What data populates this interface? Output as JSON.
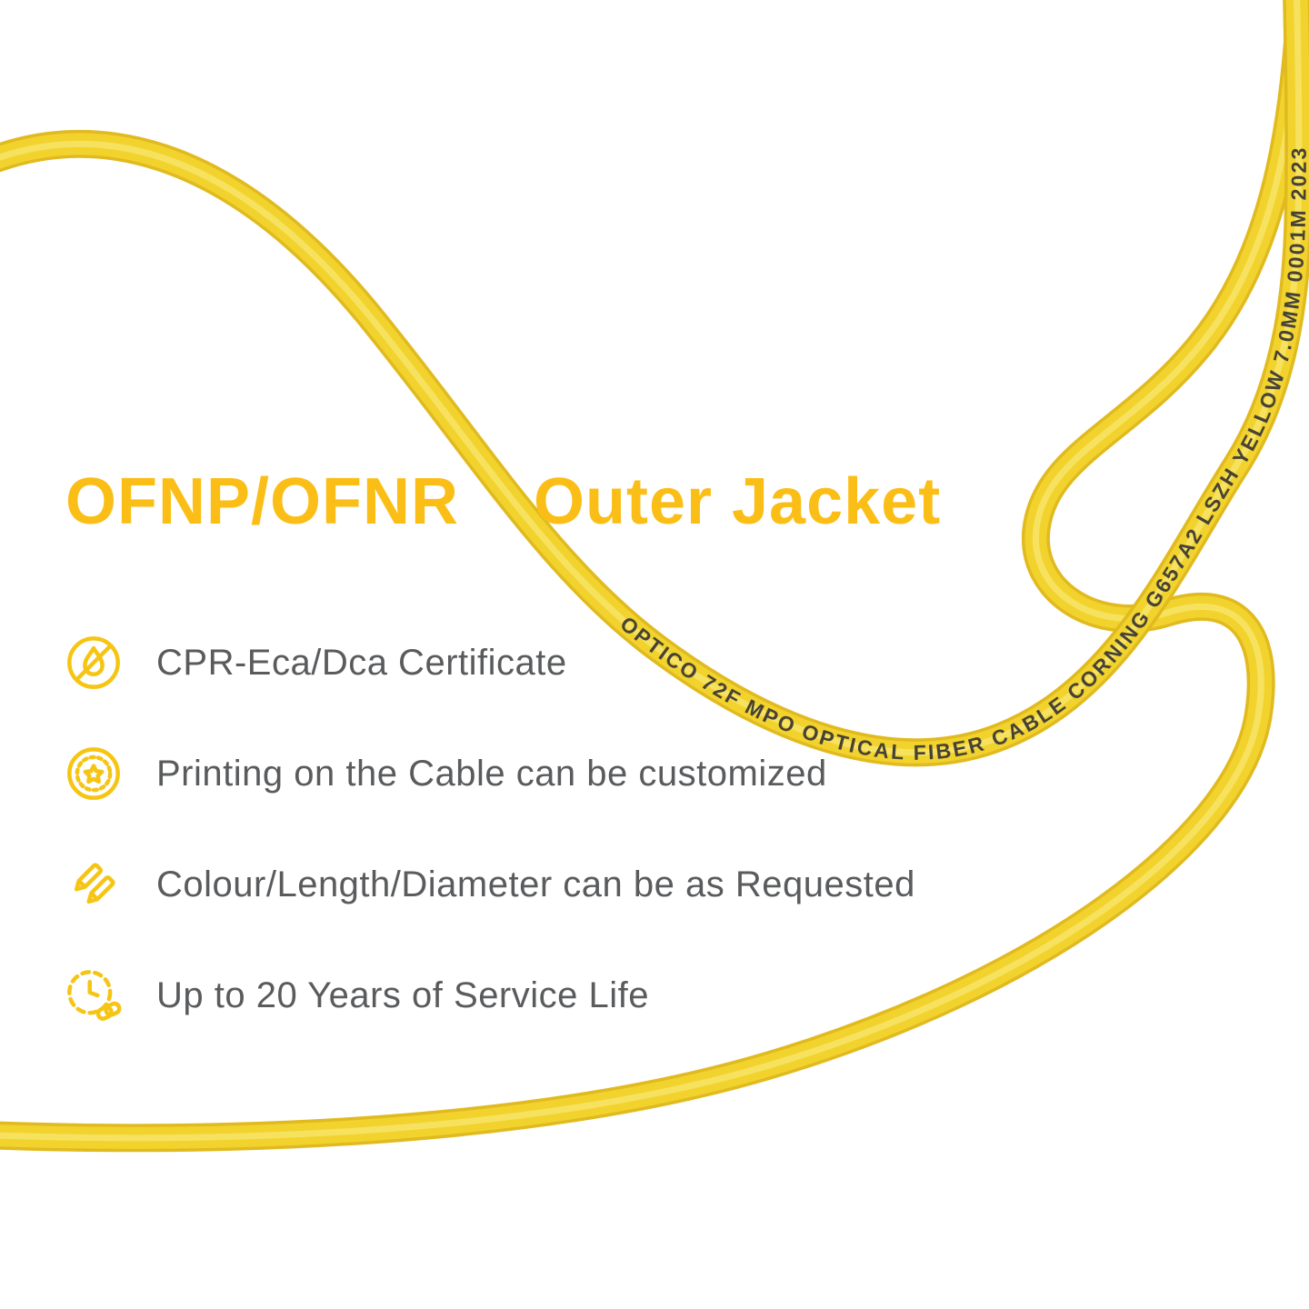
{
  "title": {
    "part1": "OFNP/OFNR",
    "part2": "Outer Jacket"
  },
  "cable": {
    "print_text": "OPTICO 72F MPO OPTICAL FIBER CABLE CORNING G657A2 LSZH YELLOW 7.0MM 0001M 2023"
  },
  "features": [
    {
      "icon": "no-fire-icon",
      "label": "CPR-Eca/Dca Certificate"
    },
    {
      "icon": "badge-star-icon",
      "label": "Printing on the Cable can be customized"
    },
    {
      "icon": "pencils-icon",
      "label": "Colour/Length/Diameter can be as Requested"
    },
    {
      "icon": "clock-link-icon",
      "label": "Up to 20 Years of Service Life"
    }
  ],
  "colors": {
    "cable_yellow": "#F2D32E",
    "cable_edge": "#E0BA1E",
    "cable_highlight": "#FBEE8A",
    "title_yellow": "#FBBE17",
    "icon_yellow": "#F6C513",
    "text_gray": "#5A5B5D",
    "print_color": "#474234",
    "background": "#FFFFFF"
  }
}
